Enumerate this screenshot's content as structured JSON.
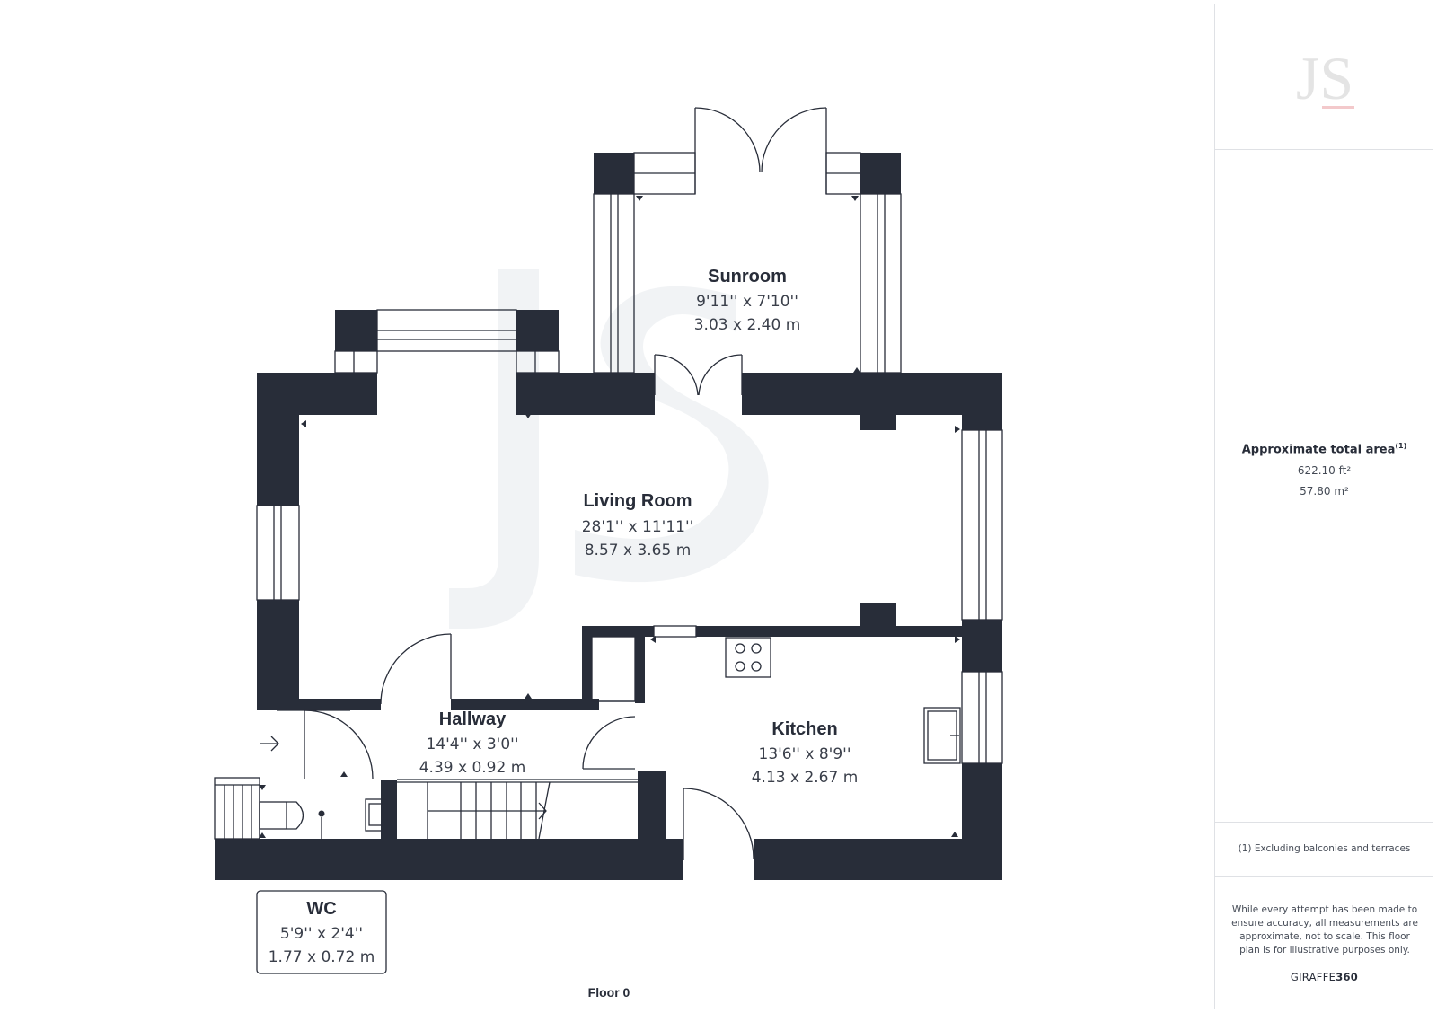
{
  "plan": {
    "floor_label": "Floor 0",
    "rooms": {
      "sunroom": {
        "name": "Sunroom",
        "imperial": "9'11'' x 7'10''",
        "metric": "3.03 x 2.40 m"
      },
      "living": {
        "name": "Living Room",
        "imperial": "28'1'' x 11'11''",
        "metric": "8.57 x 3.65 m"
      },
      "hallway": {
        "name": "Hallway",
        "imperial": "14'4'' x 3'0''",
        "metric": "4.39 x 0.92 m"
      },
      "kitchen": {
        "name": "Kitchen",
        "imperial": "13'6'' x 8'9''",
        "metric": "4.13 x 2.67 m"
      },
      "wc": {
        "name": "WC",
        "imperial": "5'9'' x 2'4''",
        "metric": "1.77 x 0.72 m"
      }
    },
    "colors": {
      "wall": "#282d39",
      "line": "#282d39",
      "watermark": "#eef0f3"
    }
  },
  "sidebar": {
    "logo_text": "JS",
    "logo_color": "#e6e6e6",
    "logo_accent": "#f3c9cb",
    "area_title": "Approximate total area",
    "area_note_marker": "(1)",
    "area_sqft": "622.10 ft²",
    "area_sqm": "57.80 m²",
    "footnote": "(1) Excluding balconies and terraces",
    "disclaimer": "While every attempt has been made to ensure accuracy, all measurements are approximate, not to scale. This floor plan is for illustrative purposes only.",
    "brand_prefix": "GIRAFFE",
    "brand_suffix": "360"
  }
}
